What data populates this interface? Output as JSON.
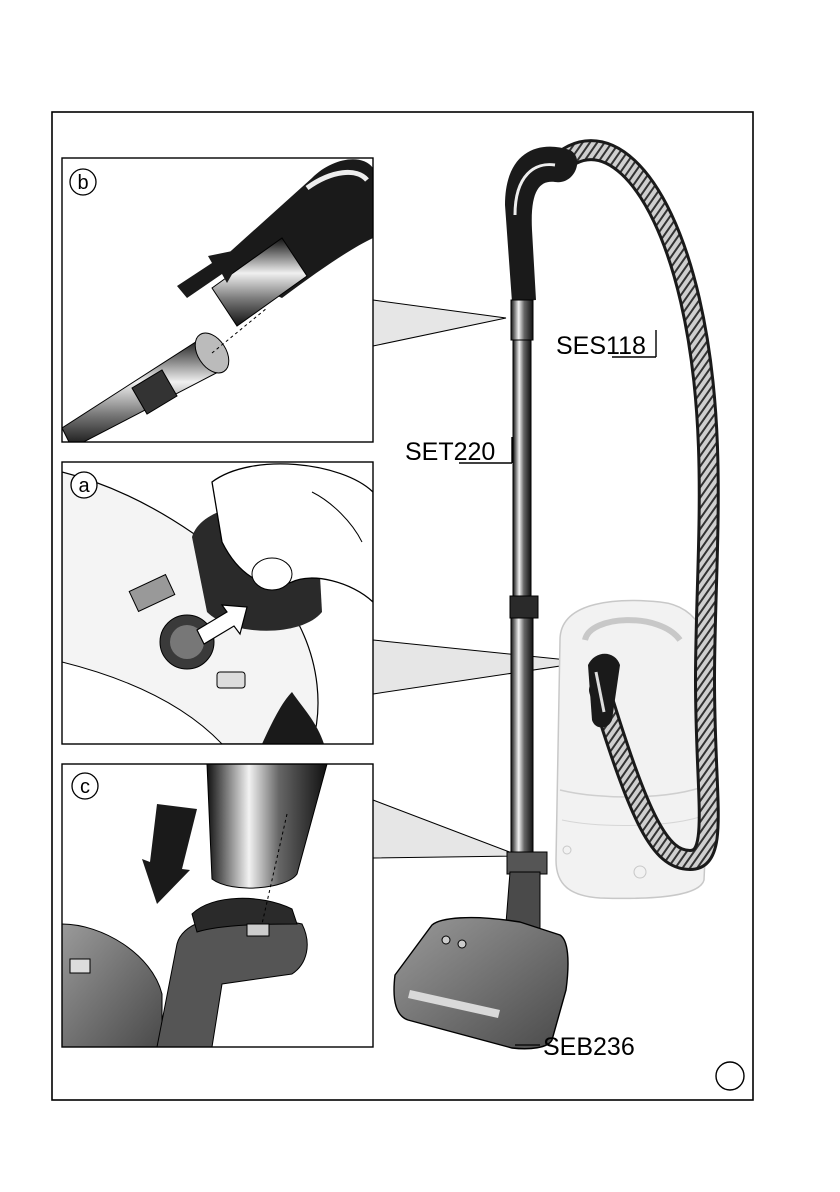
{
  "panels": [
    {
      "id": "b",
      "letter": "b"
    },
    {
      "id": "a",
      "letter": "a"
    },
    {
      "id": "c",
      "letter": "c"
    }
  ],
  "labels": {
    "hose": "SES118",
    "tube": "SET220",
    "floorhead": "SEB236"
  },
  "colors": {
    "frame": "#000000",
    "callout_fill": "#e6e6e6",
    "metal_dark": "#1a1a1a",
    "metal_mid": "#6b6b6b",
    "body_light": "#d9d9d9"
  }
}
